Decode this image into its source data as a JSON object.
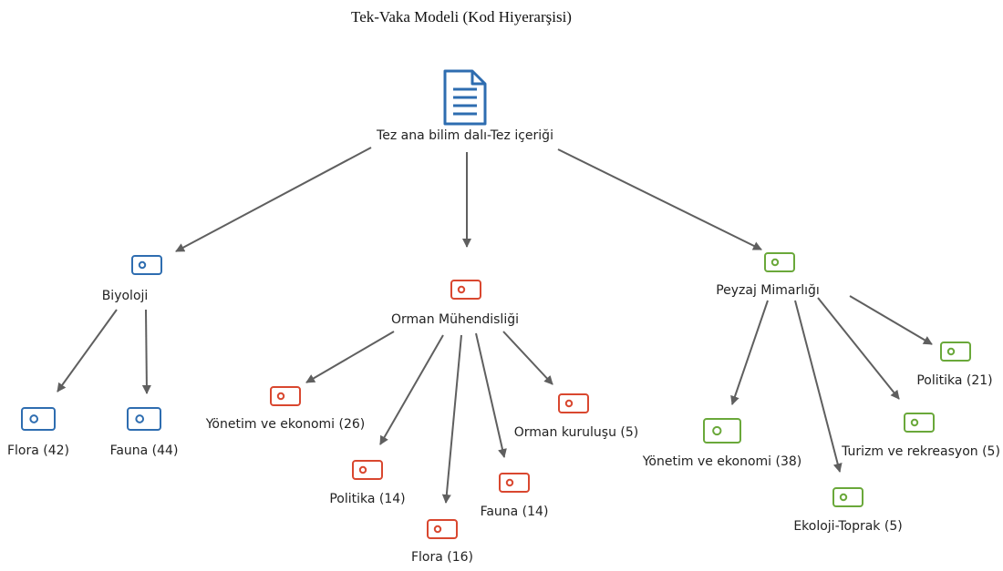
{
  "title": "Tek-Vaka Modeli (Kod Hiyerarşisi)",
  "colors": {
    "root": "#2e6db0",
    "biyoloji": "#2e6db0",
    "orman": "#d9472f",
    "peyzaj": "#6aa83a",
    "edge": "#5f5f5f"
  },
  "root": {
    "label": "Tez ana bilim dalı-Tez içeriği",
    "icon": "document-icon"
  },
  "groups": [
    {
      "key": "biyoloji",
      "label": "Biyoloji",
      "icon": "code-tag-icon",
      "children": [
        {
          "label": "Flora (42)"
        },
        {
          "label": "Fauna (44)"
        }
      ]
    },
    {
      "key": "orman",
      "label": "Orman Mühendisliği",
      "icon": "code-tag-icon",
      "children": [
        {
          "label": "Yönetim ve ekonomi (26)"
        },
        {
          "label": "Politika (14)"
        },
        {
          "label": "Flora (16)"
        },
        {
          "label": "Fauna (14)"
        },
        {
          "label": "Orman kuruluşu (5)"
        }
      ]
    },
    {
      "key": "peyzaj",
      "label": "Peyzaj Mimarlığı",
      "icon": "code-tag-icon",
      "children": [
        {
          "label": "Yönetim ve ekonomi (38)"
        },
        {
          "label": "Ekoloji-Toprak (5)"
        },
        {
          "label": "Turizm ve rekreasyon (5)"
        },
        {
          "label": "Politika (21)"
        }
      ]
    }
  ]
}
